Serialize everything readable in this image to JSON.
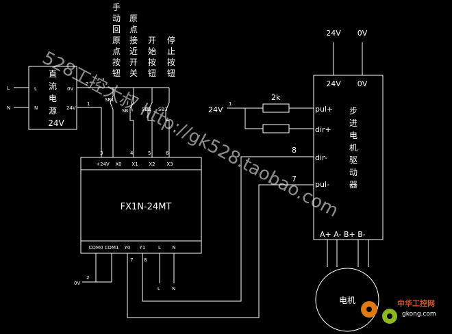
{
  "power_supply": {
    "label": "直流电源24V",
    "lines": [
      "直",
      "流",
      "电",
      "源",
      "24V"
    ],
    "in_l": "L",
    "in_n": "N",
    "out_0v": "0V",
    "out_24v": "24V",
    "ext_l": "L",
    "ext_n": "N"
  },
  "switch_labels": {
    "col1": [
      "手",
      "动",
      "回",
      "原",
      "点",
      "按",
      "钮"
    ],
    "col2": [
      "原",
      "点",
      "接",
      "近",
      "开",
      "关"
    ],
    "col3": [
      "开",
      "始",
      "按",
      "钮"
    ],
    "col4": [
      "停",
      "止",
      "按",
      "钮"
    ]
  },
  "switches": [
    "SB1",
    "SB",
    "SB2",
    "SB3"
  ],
  "wire_numbers": [
    "1",
    "2",
    "3",
    "4",
    "5",
    "6",
    "7",
    "8"
  ],
  "plc": {
    "model": "FX1N-24MT",
    "top_terminals": [
      "+24V",
      "X0",
      "X1",
      "X2",
      "X3"
    ],
    "bottom_terminals": [
      "COM0",
      "COM1",
      "Y0",
      "Y1",
      "L",
      "N"
    ],
    "bottom_l": "L",
    "bottom_n": "N",
    "zero_v": "0V"
  },
  "driver": {
    "label": "步进电机驱动器",
    "chars": [
      "步",
      "进",
      "电",
      "机",
      "驱",
      "动",
      "器"
    ],
    "v24": "24V",
    "v0": "0V",
    "supply_24v": "24V",
    "supply_0v": "0V",
    "inputs": [
      "pul+",
      "dir+",
      "dir-",
      "pul-"
    ],
    "outputs": "A+ A-  B+ B-",
    "supply_input": "24V",
    "resistor": "2k"
  },
  "motor": {
    "label": "电机"
  },
  "watermarks": {
    "diagonal": "528工控大叔 http://gk528.taobao.com",
    "logo_cn": "中华工控网",
    "logo_url": "gkong.com"
  }
}
